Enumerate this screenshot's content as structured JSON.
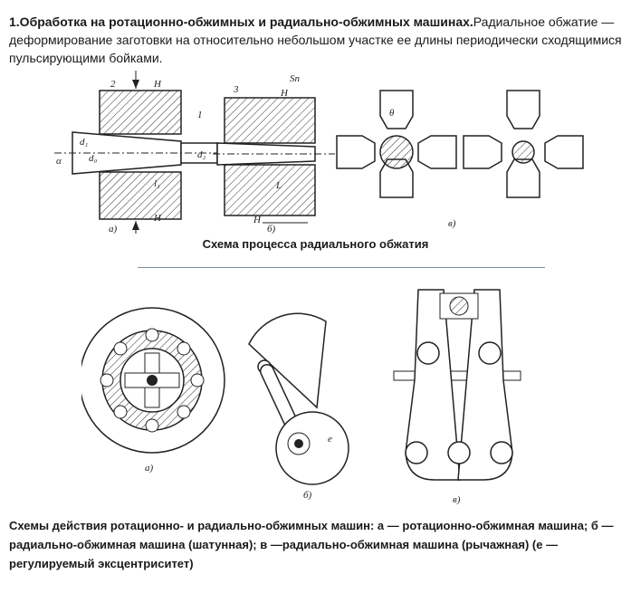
{
  "intro": {
    "heading": "1.Обработка на ротационно-обжимных и радиально-обжимных машинах.",
    "text": "Радиальное обжатие — деформирование заготовки на относительно небольшом участке ее длины периодически сходящимися пульсирующими бойками."
  },
  "figure1": {
    "caption": "Схема процесса радиального обжатия",
    "labels": {
      "a": "а)",
      "b": "б)",
      "v": "в)",
      "n2": "2",
      "n3": "3",
      "n1": "1",
      "H": "H",
      "Sn": "Sп",
      "d1": "d₁",
      "d0": "d₀",
      "d2": "d₂",
      "alpha": "α",
      "l1": "l₁",
      "L": "L",
      "theta": "θ"
    }
  },
  "figure2": {
    "caption": "Схемы действия ротационно- и радиально-обжимных машин: а — ротационно-обжимная машина; б — радиально-обжимная машина (шатунная); в —радиально-обжимная машина (рычажная) (е — регулируемый эксцентриситет)",
    "labels": {
      "a": "а)",
      "b": "б)",
      "v": "в)",
      "e": "е"
    }
  }
}
